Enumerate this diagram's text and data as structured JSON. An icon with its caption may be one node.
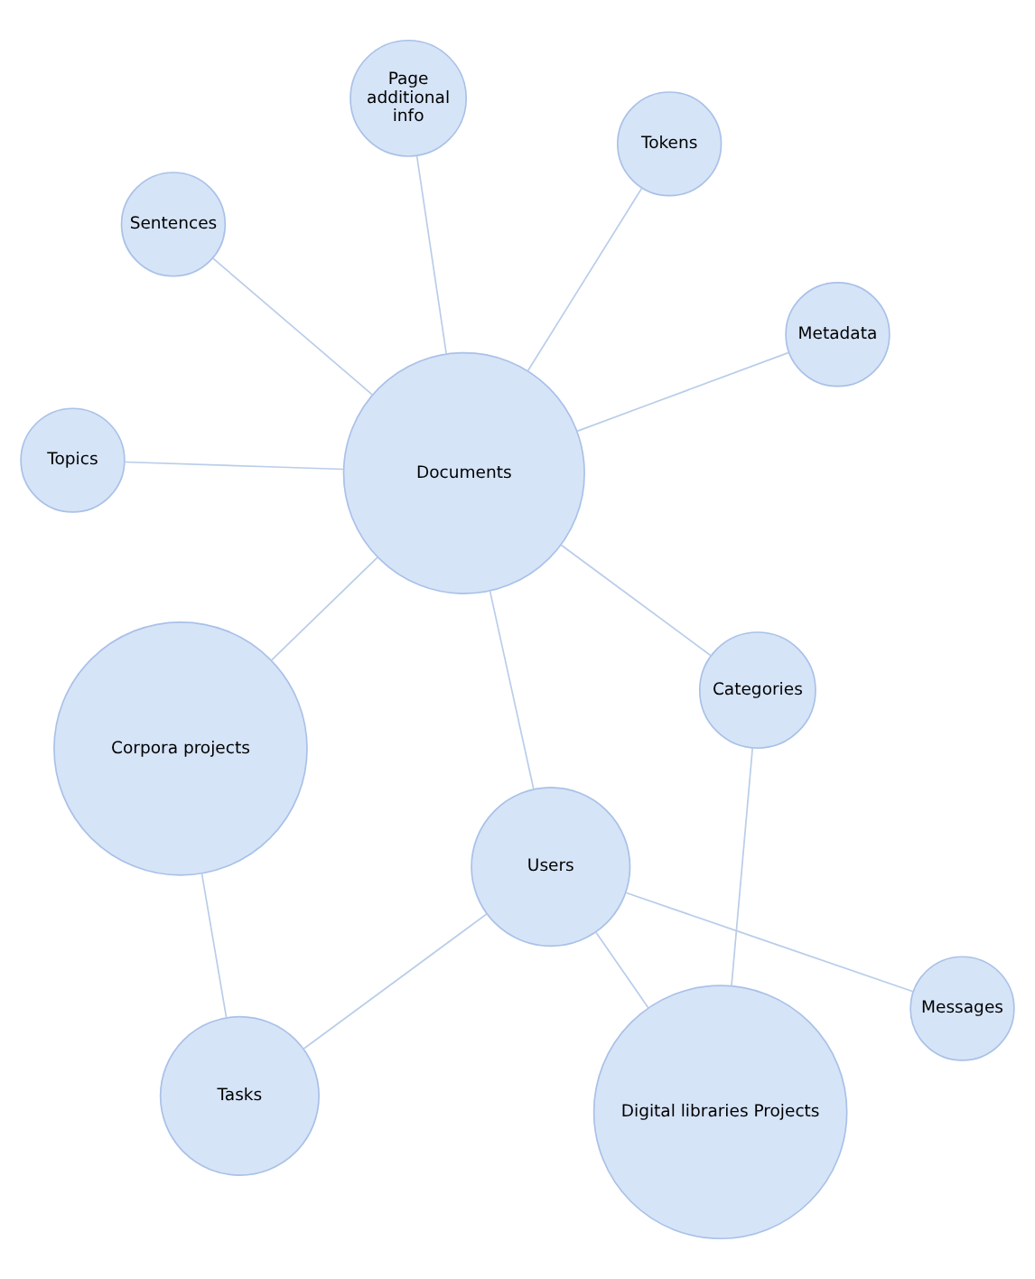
{
  "diagram": {
    "nodes": [
      {
        "text": [
          "Documents"
        ]
      },
      {
        "text": [
          "Metadata"
        ]
      },
      {
        "text": [
          "Topics"
        ]
      },
      {
        "text": [
          "Sentences"
        ]
      },
      {
        "text": [
          "Tokens"
        ]
      },
      {
        "text": [
          "Page additional info"
        ]
      },
      {
        "text": [
          "Corpora projects"
        ]
      },
      {
        "text": [
          "Categories"
        ]
      },
      {
        "text": [
          "Users"
        ]
      },
      {
        "text": [
          "Tasks"
        ]
      },
      {
        "text": [
          "Messages"
        ]
      },
      {
        "text": [
          "Digital libraries Projects"
        ]
      }
    ],
    "edges": [
      {
        "from": 0,
        "to": 1,
        "arrow": "none"
      },
      {
        "from": 0,
        "to": 2,
        "arrow": "none"
      },
      {
        "from": 0,
        "to": 3,
        "arrow": "none"
      },
      {
        "from": 0,
        "to": 4,
        "arrow": "none"
      },
      {
        "from": 0,
        "to": 5,
        "arrow": "none"
      },
      {
        "from": 0,
        "to": 6,
        "arrow": "none"
      },
      {
        "from": 0,
        "to": 7,
        "arrow": "none"
      },
      {
        "from": 0,
        "to": 8,
        "arrow": "none"
      },
      {
        "from": 6,
        "to": 9,
        "arrow": "none"
      },
      {
        "from": 8,
        "to": 9,
        "arrow": "none"
      },
      {
        "from": 8,
        "to": 10,
        "arrow": "none"
      },
      {
        "from": 8,
        "to": 11,
        "arrow": "none"
      },
      {
        "from": 7,
        "to": 11,
        "arrow": "none"
      }
    ]
  }
}
